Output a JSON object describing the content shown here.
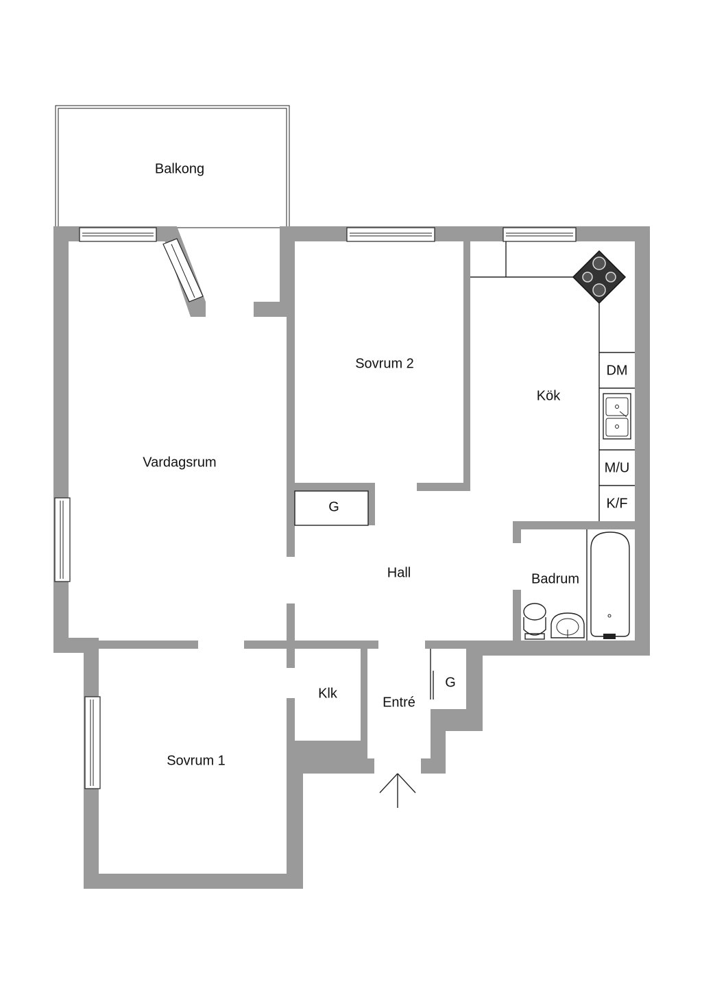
{
  "rooms": {
    "balkong": "Balkong",
    "vardagsrum": "Vardagsrum",
    "sovrum2": "Sovrum 2",
    "kok": "Kök",
    "hall": "Hall",
    "badrum": "Badrum",
    "sovrum1": "Sovrum 1",
    "klk": "Klk",
    "entre": "Entré"
  },
  "fixtures": {
    "garderob_hall": "G",
    "garderob_entre": "G",
    "diskmaskin": "DM",
    "mikro_ugn": "M/U",
    "kyl_frys": "K/F"
  },
  "colors": {
    "wall": "#9a9a9a",
    "line": "#222222"
  }
}
